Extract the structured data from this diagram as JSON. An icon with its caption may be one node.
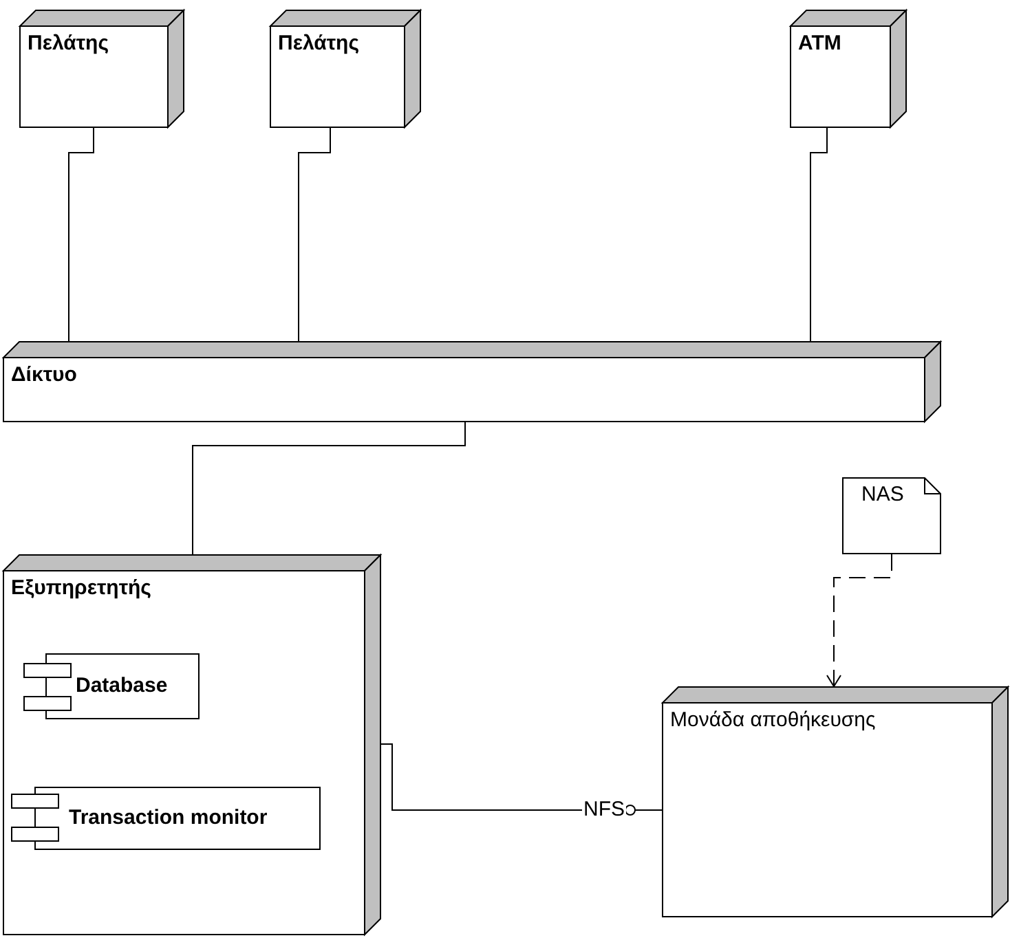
{
  "diagram": {
    "nodes": [
      {
        "text": [
          "Πελάτης"
        ]
      },
      {
        "text": [
          "Πελάτης"
        ]
      },
      {
        "text": [
          "ATM"
        ]
      },
      {
        "text": [
          "Δίκτυο"
        ]
      },
      {
        "text": [
          "Εξυπηρετητής"
        ]
      },
      {
        "text": [
          "Database"
        ],
        "in": 4
      },
      {
        "text": [
          "Transaction monitor"
        ],
        "in": 4
      },
      {
        "text": [
          "NAS"
        ]
      },
      {
        "text": [
          "Μονάδα αποθήκευσης"
        ]
      }
    ],
    "edges": [
      {
        "from": 0,
        "to": 3,
        "arrow": "none"
      },
      {
        "from": 1,
        "to": 3,
        "arrow": "none"
      },
      {
        "from": 2,
        "to": 3,
        "arrow": "none"
      },
      {
        "from": 3,
        "to": 4,
        "arrow": "none"
      },
      {
        "from": 4,
        "to": 8,
        "arrow": "other",
        "label": "NFS"
      },
      {
        "from": 7,
        "to": 8,
        "arrow": "to",
        "style": "dashed"
      }
    ]
  }
}
